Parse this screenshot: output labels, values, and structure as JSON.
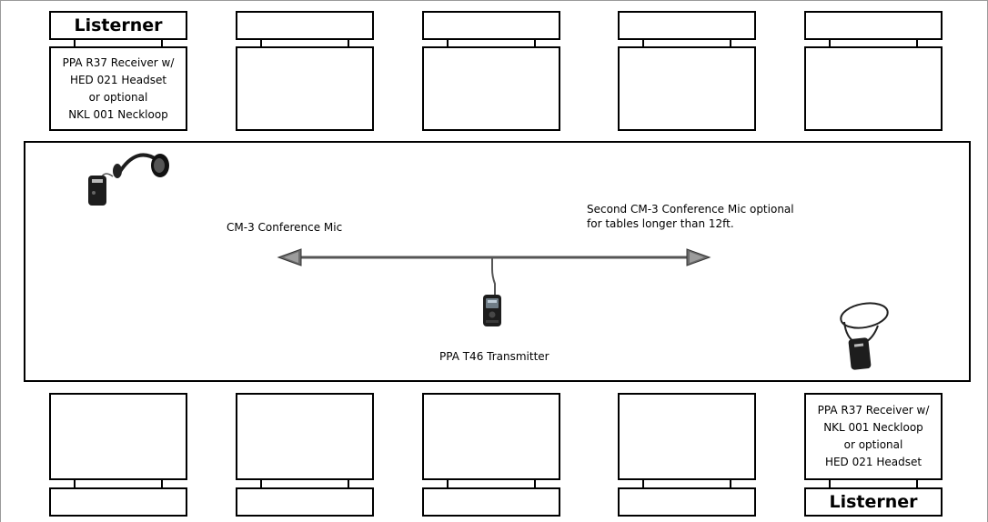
{
  "listener_label": "Listerner",
  "top_left_receiver": {
    "lines": [
      "PPA R37 Receiver w/",
      "HED 021 Headset",
      "or optional",
      "NKL 001 Neckloop"
    ]
  },
  "bottom_right_receiver": {
    "lines": [
      "PPA R37 Receiver w/",
      "NKL 001 Neckloop",
      "or optional",
      "HED 021 Headset"
    ]
  },
  "mic_left_label": "CM-3 Conference Mic",
  "mic_right_label": {
    "lines": [
      "Second CM-3 Conference Mic optional",
      "for tables longer than  12ft."
    ]
  },
  "transmitter_label": "PPA T46 Transmitter",
  "colors": {
    "cable": "#555555",
    "device_body": "#1d1d1d",
    "frame": "#9a9a9a"
  }
}
